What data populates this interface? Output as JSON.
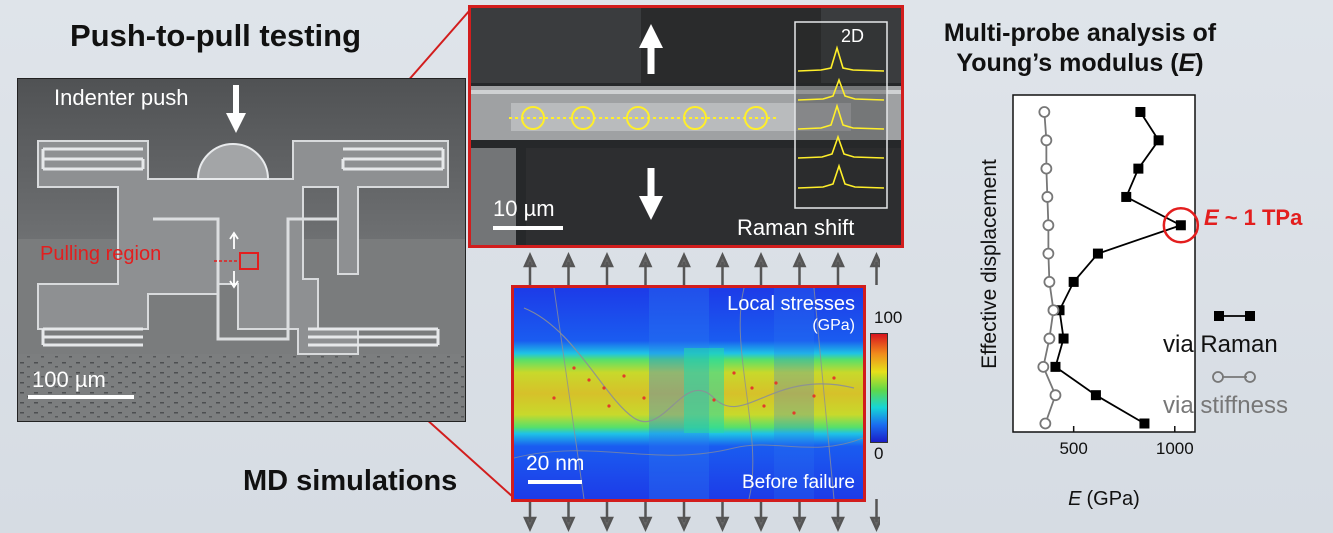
{
  "titles": {
    "push_to_pull": "Push-to-pull testing",
    "md_simulations": "MD simulations",
    "multi_probe_line1": "Multi-probe analysis of",
    "multi_probe_line2_prefix": "Young’s modulus (",
    "multi_probe_line2_var": "E",
    "multi_probe_line2_suffix": ")"
  },
  "sem_panel": {
    "indenter_label": "Indenter push",
    "pulling_label": "Pulling region",
    "scale_label": "100 µm"
  },
  "raman_panel": {
    "scale_label": "10 µm",
    "band_label": "2D",
    "shift_label": "Raman shift"
  },
  "md_panel": {
    "stress_label_line1": "Local stresses",
    "stress_label_line2": "(GPa)",
    "colorbar_max": "100",
    "colorbar_min": "0",
    "scale_label": "20 nm",
    "state_label": "Before failure"
  },
  "chart_data": {
    "type": "line",
    "xlabel_var": "E",
    "xlabel_unit": "(GPa)",
    "ylabel": "Effective displacement",
    "xlim": [
      200,
      1100
    ],
    "x_ticks": [
      "500",
      "1000"
    ],
    "annotation_var": "E",
    "annotation_text": "~ 1 TPa",
    "series": [
      {
        "name": "via Raman",
        "color": "#000000",
        "marker": "square",
        "x": [
          830,
          920,
          820,
          760,
          1030,
          620,
          500,
          430,
          450,
          410,
          610,
          850
        ],
        "y": [
          12,
          11,
          10,
          9,
          8,
          7,
          6,
          5,
          4,
          3,
          2,
          1
        ]
      },
      {
        "name": "via stiffness",
        "color": "#777777",
        "marker": "circle",
        "x": [
          355,
          365,
          365,
          370,
          375,
          375,
          380,
          400,
          380,
          350,
          410,
          360
        ],
        "y": [
          12,
          11,
          10,
          9,
          8,
          7,
          6,
          5,
          4,
          3,
          2,
          1
        ]
      }
    ]
  },
  "colors": {
    "accent_red": "#e31e1e",
    "frame_red": "#d21d1d",
    "raman_yellow": "#ffef2a"
  }
}
